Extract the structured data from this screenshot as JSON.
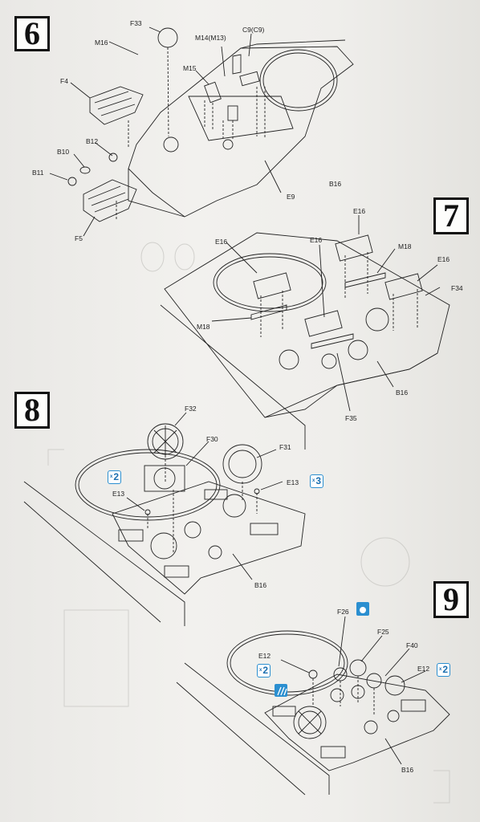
{
  "steps": [
    {
      "number": "6"
    },
    {
      "number": "7"
    },
    {
      "number": "8"
    },
    {
      "number": "9"
    }
  ],
  "step6_labels": [
    "F33",
    "M16",
    "M14(M13)",
    "C9(C9)",
    "M15",
    "F4",
    "B12",
    "B10",
    "B11",
    "F5",
    "E9",
    "B16"
  ],
  "step7_labels": [
    "E16",
    "E16",
    "M18",
    "E16",
    "F34",
    "E16",
    "M18",
    "B16",
    "F35"
  ],
  "step8_labels": [
    "F32",
    "F30",
    "F31",
    "E13",
    "E13",
    "B16"
  ],
  "step8_qty": [
    {
      "x": "x",
      "n": "2"
    },
    {
      "x": "x",
      "n": "3"
    }
  ],
  "step9_labels": [
    "F26",
    "F25",
    "F40",
    "E12",
    "E12",
    "B16"
  ],
  "step9_qty": [
    {
      "x": "x",
      "n": "2"
    },
    {
      "x": "x",
      "n": "2"
    }
  ],
  "icons": [
    "paint-drop-icon",
    "cement-glue-icon"
  ],
  "colors": {
    "accent": "#2b8fd0",
    "line": "#222222"
  }
}
